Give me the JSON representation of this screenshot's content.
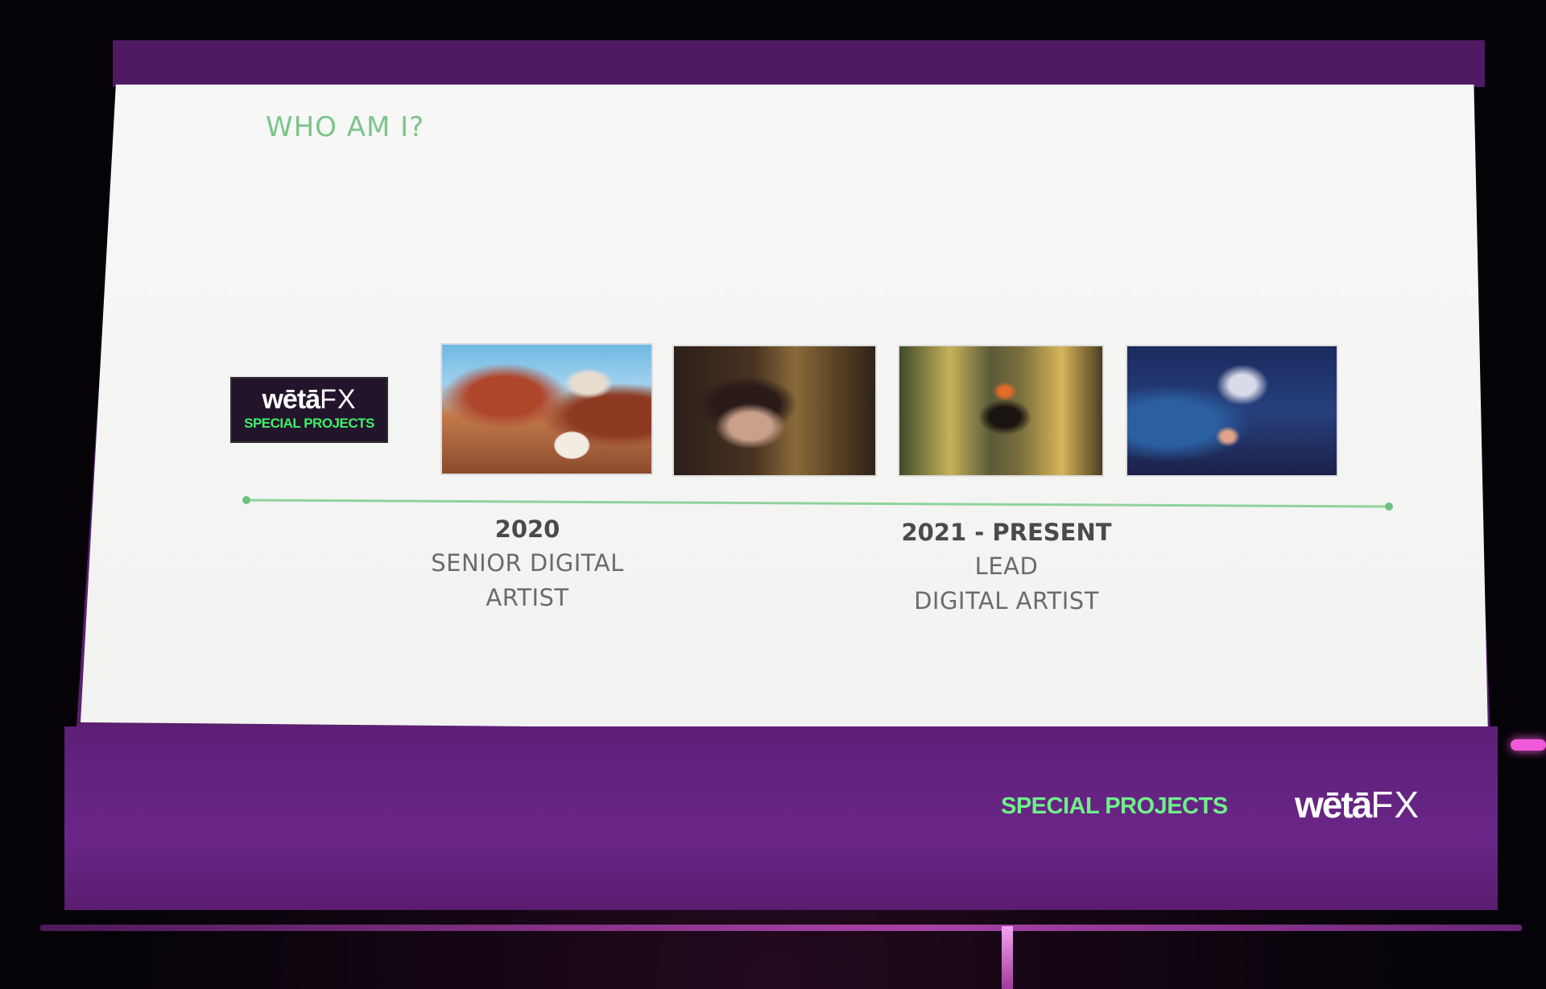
{
  "slide": {
    "title": "WHO AM I?",
    "logo": {
      "word": "wētā",
      "fx": "FX",
      "sub": "SPECIAL PROJECTS"
    },
    "timeline": [
      {
        "year": "2020",
        "role_line1": "SENIOR DIGITAL",
        "role_line2": "ARTIST"
      },
      {
        "year": "2021 - PRESENT",
        "role_line1": "LEAD",
        "role_line2": "DIGITAL ARTIST"
      }
    ],
    "footer": {
      "label": "SPECIAL PROJECTS",
      "logo_word": "wētā",
      "logo_fx": "FX"
    }
  },
  "colors": {
    "accent_green": "#7cc48b",
    "footer_green": "#6ff08a",
    "brand_purple": "#5e1f78"
  }
}
